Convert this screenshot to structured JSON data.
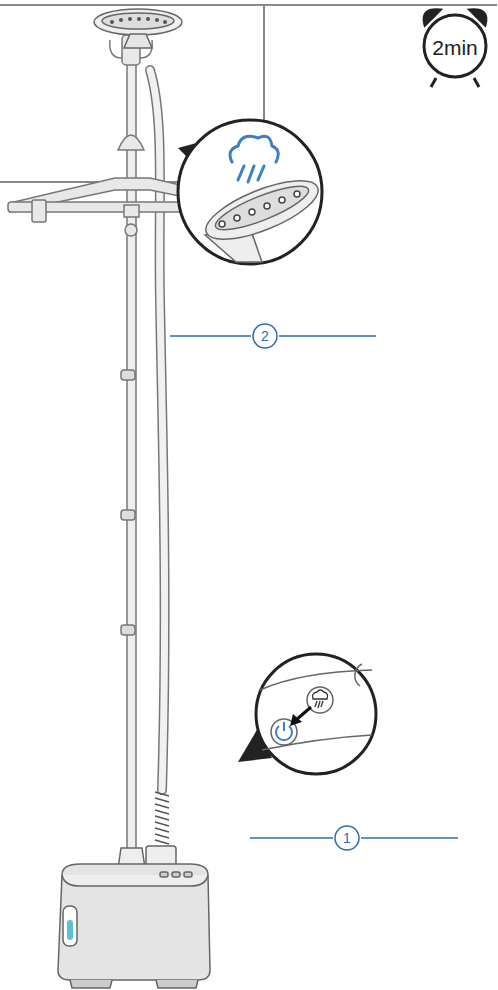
{
  "diagram": {
    "labels": [
      "2min",
      "2",
      "1"
    ]
  }
}
